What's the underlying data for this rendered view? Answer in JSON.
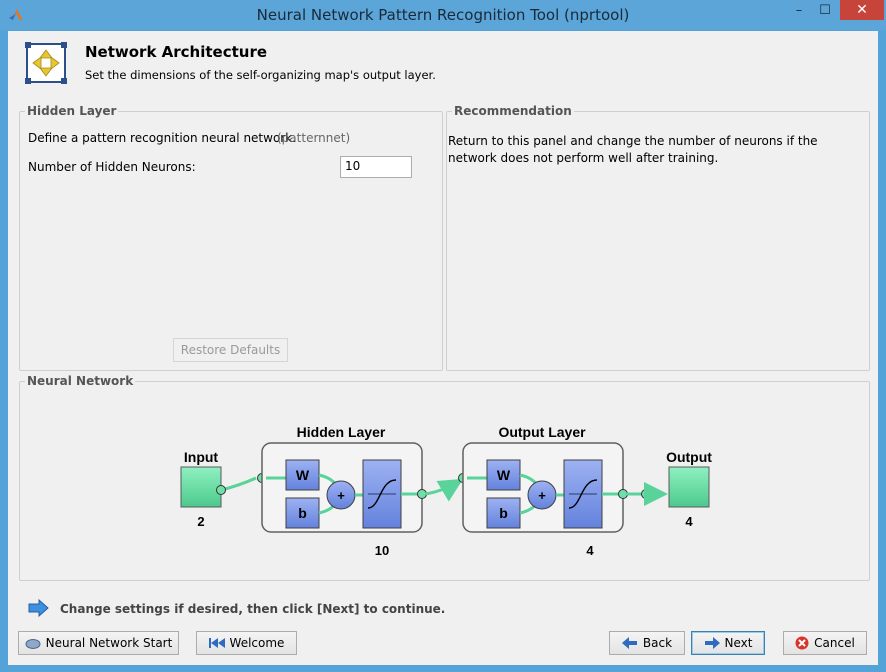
{
  "window": {
    "title": "Neural Network Pattern Recognition Tool (nprtool)",
    "controls": {
      "minimize": "–",
      "maximize": "☐",
      "close": "✕"
    }
  },
  "header": {
    "title": "Network Architecture",
    "subtitle": "Set the dimensions of the self-organizing map's output layer."
  },
  "hidden_layer_panel": {
    "label": "Hidden Layer",
    "description": "Define a pattern recognition neural network.",
    "function_name": "(patternnet)",
    "neurons_label": "Number of Hidden Neurons:",
    "neurons_value": "10",
    "restore_button": "Restore Defaults"
  },
  "recommendation_panel": {
    "label": "Recommendation",
    "text": "Return to this panel and change the number of neurons if the network does not perform well after training."
  },
  "network_panel": {
    "label": "Neural Network",
    "input_label": "Input",
    "input_size": "2",
    "hidden_title": "Hidden Layer",
    "hidden_size": "10",
    "output_layer_title": "Output Layer",
    "output_layer_size": "4",
    "output_label": "Output",
    "output_size": "4",
    "weight_symbol": "W",
    "bias_symbol": "b",
    "sum_symbol": "+"
  },
  "hint": {
    "icon": "right-arrow-icon",
    "bold_text": "Change settings",
    "text": " if desired, then click [Next] to continue."
  },
  "footer": {
    "start_button": "Neural Network Start",
    "welcome_button": "Welcome",
    "back_button": "Back",
    "next_button": "Next",
    "cancel_button": "Cancel"
  },
  "colors": {
    "title_bar": "#5ba5d9",
    "close_button": "#c7443b",
    "node_green": "#6fe0a8",
    "block_blue": "#7f9be8"
  }
}
